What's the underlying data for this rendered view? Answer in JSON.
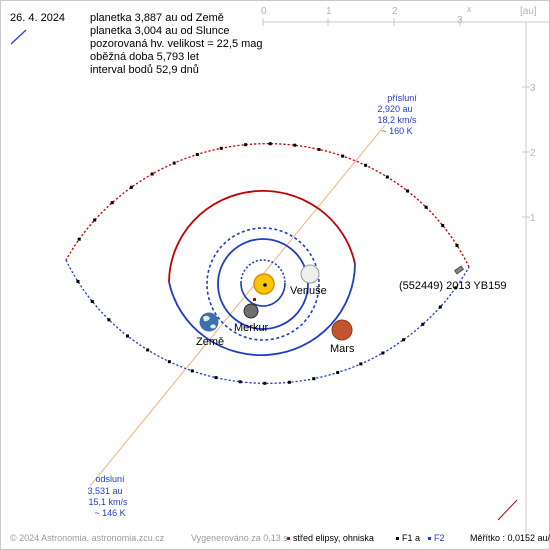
{
  "date": "26. 4. 2024",
  "info": {
    "line1": "planetka 3,887 au od Země",
    "line2": "planetka 3,004 au od Slunce",
    "line3": "pozorovaná hv. velikost = 22,5 mag",
    "line4": "oběžná doba 5,793 let",
    "line5": "interval bodů 52,9 dnů"
  },
  "axes": {
    "x_ticks": [
      "0",
      "1",
      "2",
      "3"
    ],
    "x_label": "x",
    "unit": "[au]",
    "y_ticks": [
      "1",
      "2",
      "3"
    ]
  },
  "perihelion": {
    "title": "přísluní",
    "distance": "2,920 au",
    "speed": "18,2 km/s",
    "time": "~ 160 K"
  },
  "aphelion": {
    "title": "odsluní",
    "distance": "3,531 au",
    "speed": "15,1 km/s",
    "time": "~ 146 K"
  },
  "labels": {
    "asteroid": "(552449) 2013 YB159",
    "venus": "Venuše",
    "mercury": "Merkur",
    "earth": "Země",
    "mars": "Mars"
  },
  "footer": {
    "copyright": "© 2024 Astronomia, astronomia.zcu.cz",
    "generated": "Vygenerováno za 0,13 s",
    "legend_center": "střed elipsy, ohniska",
    "legend_f1": "F1 a",
    "legend_f2": "F2",
    "scale": "Měřítko : 0,0152 au/bod"
  },
  "colors": {
    "orbit_blue": "#1f3ec0",
    "orbit_red": "#c00000",
    "apsis_line": "#f4b183",
    "axis_grey": "#c8c8c8"
  }
}
